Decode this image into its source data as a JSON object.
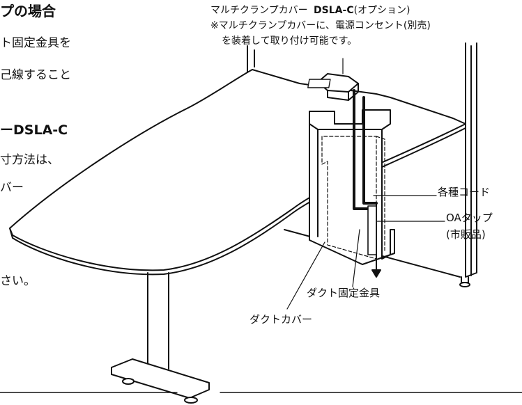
{
  "left_text": {
    "heading": "プの場合",
    "line1": "ト固定金具を",
    "line2": "己線すること",
    "model_heading": "ーDSLA-C",
    "line4": "寸方法は、",
    "line5": "バー",
    "line6": "さい。"
  },
  "callouts": {
    "cover_title_prefix": "マルチクランプカバー",
    "cover_model": "DSLA-C",
    "cover_option": "(オプション)",
    "cover_note_line1": "※マルチクランプカバーに、電源コンセント(別売)",
    "cover_note_line2": "を装着して取り付け可能です。",
    "cords": "各種コード",
    "oa_tap": "OAタップ",
    "oa_tap_note": "(市販品)",
    "duct_bracket": "ダクト固定金具",
    "duct_cover": "ダクトカバー"
  }
}
